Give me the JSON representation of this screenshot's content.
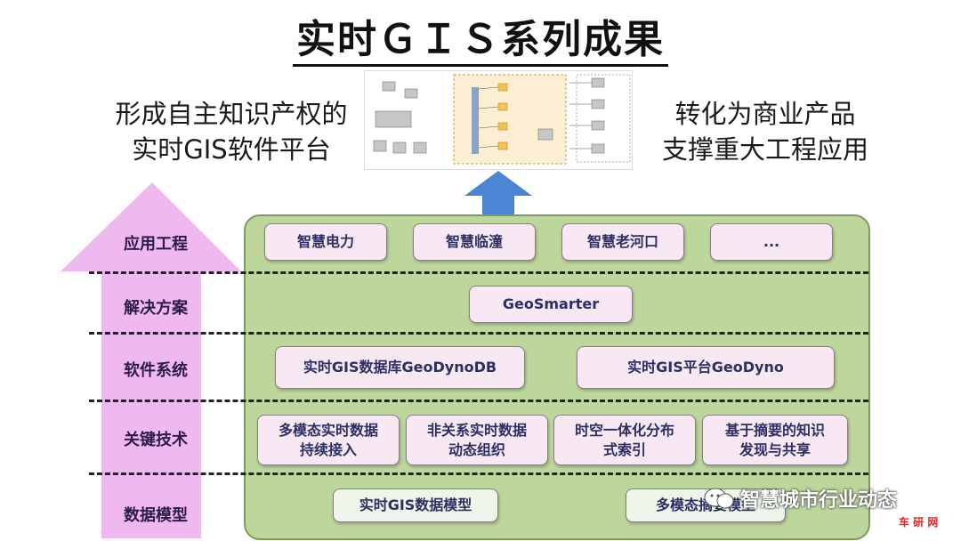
{
  "title": "实时ＧＩＳ系列成果",
  "left_caption": [
    "形成自主知识产权的",
    "实时GIS软件平台"
  ],
  "right_caption": [
    "转化为商业产品",
    "支撑重大工程应用"
  ],
  "layers": [
    {
      "label": "应用工程",
      "boxes": [
        "智慧电力",
        "智慧临潼",
        "智慧老河口",
        "..."
      ]
    },
    {
      "label": "解决方案",
      "boxes": [
        "GeoSmarter"
      ]
    },
    {
      "label": "软件系统",
      "boxes": [
        "实时GIS数据库GeoDynoDB",
        "实时GIS平台GeoDyno"
      ]
    },
    {
      "label": "关键技术",
      "boxes": [
        "多模态实时数据\n持续接入",
        "非关系实时数据\n动态组织",
        "时空一体化分布\n式索引",
        "基于摘要的知识\n发现与共享"
      ]
    },
    {
      "label": "数据模型",
      "boxes": [
        "实时GIS数据模型",
        "多模态摘要模型"
      ]
    }
  ],
  "watermark": {
    "text": "智慧城市行业动态",
    "small": "车 研 网"
  },
  "colors": {
    "panel": "#bcd69c",
    "box": "#f7e8f3",
    "arrow_blue": "#4a86d4",
    "arrow_pink": "#efb8ee"
  }
}
